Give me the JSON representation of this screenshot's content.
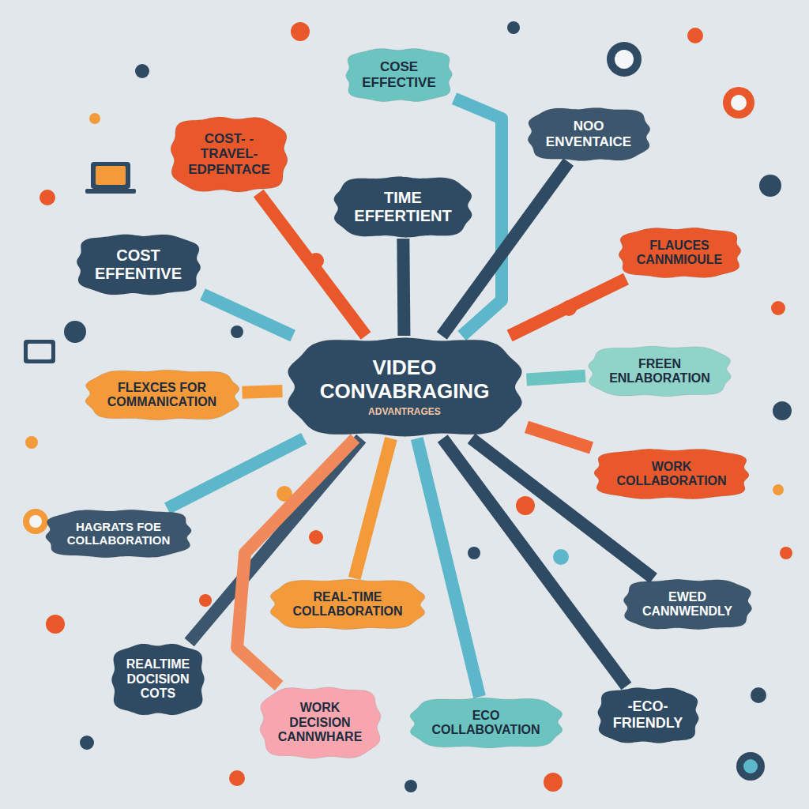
{
  "diagram": {
    "nodes": [
      {
        "text": [
          "VIDEO CONVABRAGING",
          "ADVANTRAGES"
        ]
      },
      {
        "text": [
          "COST- -TRAVEL- EDPENTACE"
        ]
      },
      {
        "text": [
          "COSE EFFECTIVE"
        ]
      },
      {
        "text": [
          "NOO ENVENTAICE"
        ]
      },
      {
        "text": [
          "TIME EFFERTIENT"
        ]
      },
      {
        "text": [
          "COST EFFENTIVE"
        ]
      },
      {
        "text": [
          "FLAUCES CANNMIOULE"
        ]
      },
      {
        "text": [
          "FLEXCES FOR COMMANICATION"
        ]
      },
      {
        "text": [
          "FREEN ENLABORATION"
        ]
      },
      {
        "text": [
          "WORK COLLABORATION"
        ]
      },
      {
        "text": [
          "HAGRATS FOE COLLABORATION"
        ]
      },
      {
        "text": [
          "REAL-TIME COLLABORATION"
        ]
      },
      {
        "text": [
          "EWED CANNWENDLY"
        ]
      },
      {
        "text": [
          "REALTIME DOCISION COTS"
        ]
      },
      {
        "text": [
          "WORK DECISION CANNWHARE"
        ]
      },
      {
        "text": [
          "ECO COLLABOVATION"
        ]
      },
      {
        "text": [
          "-ECO- FRIENDLY"
        ]
      }
    ],
    "edges": [
      {
        "from": 0,
        "to": 1,
        "arrow": "none"
      },
      {
        "from": 0,
        "to": 2,
        "arrow": "none"
      },
      {
        "from": 0,
        "to": 3,
        "arrow": "none"
      },
      {
        "from": 0,
        "to": 4,
        "arrow": "none"
      },
      {
        "from": 0,
        "to": 5,
        "arrow": "none"
      },
      {
        "from": 0,
        "to": 6,
        "arrow": "none"
      },
      {
        "from": 0,
        "to": 7,
        "arrow": "none"
      },
      {
        "from": 0,
        "to": 8,
        "arrow": "none"
      },
      {
        "from": 0,
        "to": 9,
        "arrow": "none"
      },
      {
        "from": 0,
        "to": 10,
        "arrow": "none"
      },
      {
        "from": 0,
        "to": 11,
        "arrow": "none"
      },
      {
        "from": 0,
        "to": 12,
        "arrow": "none"
      },
      {
        "from": 0,
        "to": 13,
        "arrow": "none"
      },
      {
        "from": 0,
        "to": 14,
        "arrow": "none"
      },
      {
        "from": 0,
        "to": 15,
        "arrow": "none"
      },
      {
        "from": 0,
        "to": 16,
        "arrow": "none"
      }
    ]
  }
}
